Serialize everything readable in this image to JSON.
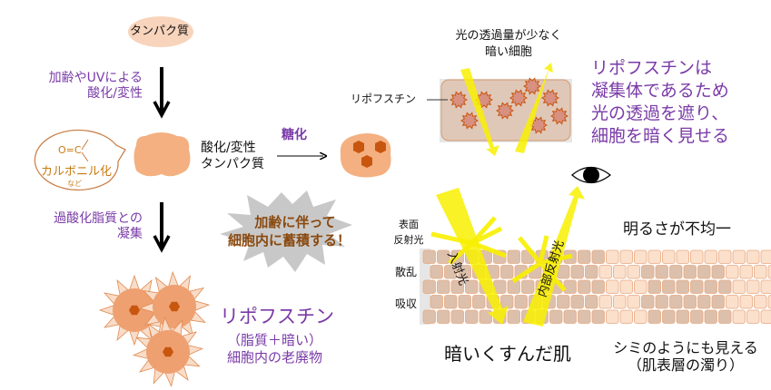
{
  "colors": {
    "purple": "#7a3ba8",
    "protein": "#f4b080",
    "hex": "#c8560f",
    "star_gray": "#c8c8c8",
    "brown_text": "#8a4a10",
    "light": "#f8f000",
    "skin_dark": "#dcc0ac",
    "skin_light": "#fbe0cc"
  },
  "left": {
    "protein_label": "タンパク質",
    "step1_line1": "加齢やUVによる",
    "step1_line2": "酸化/変性",
    "bubble_formula": "O=C",
    "bubble_label": "カルボニル化",
    "bubble_note": "など",
    "oxidized_line1": "酸化/変性",
    "oxidized_line2": "タンパク質",
    "glycation": "糖化",
    "step2_line1": "過酸化脂質との",
    "step2_line2": "凝集",
    "burst_line1": "加齢に伴って",
    "burst_line2": "細胞内に蓄積する！",
    "lipofuscin_title": "リポフスチン",
    "lipofuscin_sub1": "（脂質＋暗い）",
    "lipofuscin_sub2": "細胞内の老廃物"
  },
  "right": {
    "cell_caption1": "光の透過量が少なく",
    "cell_caption2": "暗い細胞",
    "lipofuscin_pointer": "リポフスチン",
    "explain": [
      "リポフスチンは",
      "凝集体であるため",
      "光の透過を遮り、",
      "細胞を暗く見せる"
    ],
    "surface_reflect1": "表面",
    "surface_reflect2": "反射光",
    "scatter": "散乱",
    "absorb": "吸収",
    "incident": "入射光",
    "internal_reflect": "内部反射光",
    "uneven": "明るさが不均一",
    "dull_skin": "暗いくすんだ肌",
    "spot_line1": "シミのようにも見える",
    "spot_line2": "（肌表層の濁り）",
    "icons": [
      "eye-icon"
    ]
  }
}
